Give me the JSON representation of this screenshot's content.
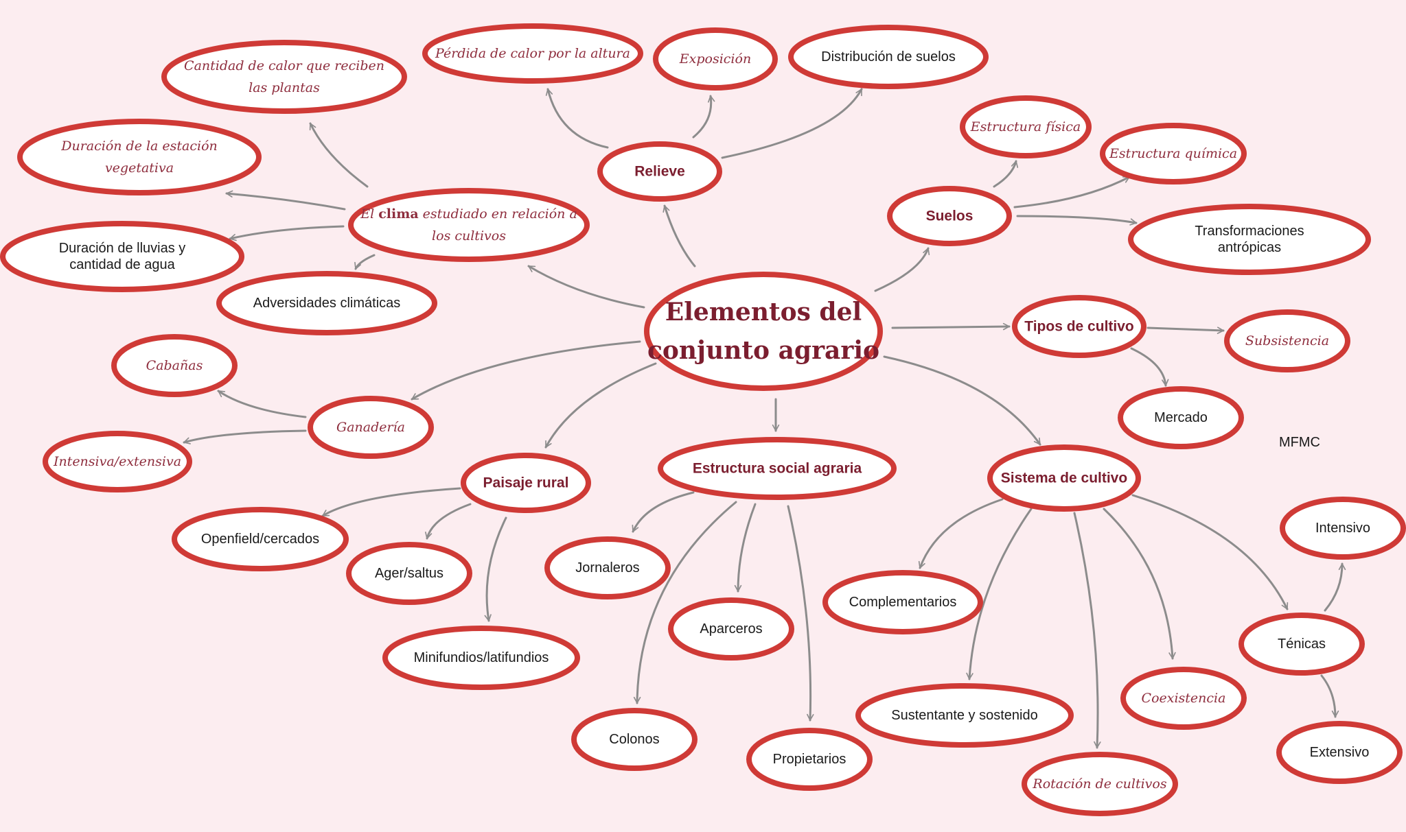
{
  "center": {
    "lines": [
      "Elementos del",
      "conjunto agrario"
    ]
  },
  "signature": "MFMC",
  "nodes": {
    "clima": {
      "lines": [
        [
          "El ",
          "clima",
          " estudiado en relación a"
        ],
        "los cultivos"
      ]
    },
    "calor": {
      "lines": [
        "Cantidad de calor que reciben",
        "las plantas"
      ]
    },
    "duracion_estacion": {
      "lines": [
        "Duración de la estación",
        "vegetativa"
      ]
    },
    "lluvias": {
      "lines": [
        "Duración de lluvias y",
        "cantidad de agua"
      ]
    },
    "adversidades": {
      "lines": [
        "Adversidades climáticas"
      ]
    },
    "relieve": {
      "lines": [
        "Relieve"
      ]
    },
    "perdida": {
      "lines": [
        "Pérdida de calor por la altura"
      ]
    },
    "exposicion": {
      "lines": [
        "Exposición"
      ]
    },
    "distribucion": {
      "lines": [
        "Distribución de suelos"
      ]
    },
    "suelos": {
      "lines": [
        "Suelos"
      ]
    },
    "estructura_fisica": {
      "lines": [
        "Estructura física"
      ]
    },
    "estructura_quimica": {
      "lines": [
        "Estructura química"
      ]
    },
    "transformaciones": {
      "lines": [
        "Transformaciones",
        "antrópicas"
      ]
    },
    "tipos_cultivo": {
      "lines": [
        "Tipos de cultivo"
      ]
    },
    "subsistencia": {
      "lines": [
        "Subsistencia"
      ]
    },
    "mercado": {
      "lines": [
        "Mercado"
      ]
    },
    "sistema_cultivo": {
      "lines": [
        "Sistema de cultivo"
      ]
    },
    "complementarios": {
      "lines": [
        "Complementarios"
      ]
    },
    "sustentante": {
      "lines": [
        "Sustentante y sostenido"
      ]
    },
    "rotacion": {
      "lines": [
        "Rotación de cultivos"
      ]
    },
    "coexistencia": {
      "lines": [
        "Coexistencia"
      ]
    },
    "tenicas": {
      "lines": [
        "Ténicas"
      ]
    },
    "intensivo": {
      "lines": [
        "Intensivo"
      ]
    },
    "extensivo": {
      "lines": [
        "Extensivo"
      ]
    },
    "estructura_social": {
      "lines": [
        "Estructura social agraria"
      ]
    },
    "jornaleros": {
      "lines": [
        "Jornaleros"
      ]
    },
    "aparceros": {
      "lines": [
        "Aparceros"
      ]
    },
    "colonos": {
      "lines": [
        "Colonos"
      ]
    },
    "propietarios": {
      "lines": [
        "Propietarios"
      ]
    },
    "paisaje": {
      "lines": [
        "Paisaje rural"
      ]
    },
    "openfield": {
      "lines": [
        "Openfield/cercados"
      ]
    },
    "ager": {
      "lines": [
        "Ager/saltus"
      ]
    },
    "minifundios": {
      "lines": [
        "Minifundios/latifundios"
      ]
    },
    "ganaderia": {
      "lines": [
        "Ganadería"
      ]
    },
    "cabanas": {
      "lines": [
        "Cabañas"
      ]
    },
    "intensiva": {
      "lines": [
        "Intensiva/extensiva"
      ]
    }
  },
  "colors": {
    "background": "#fcedf0",
    "ellipse_border": "#cf3a36",
    "arrow": "#8c8c8c",
    "accent_text": "#7b1e2f"
  }
}
